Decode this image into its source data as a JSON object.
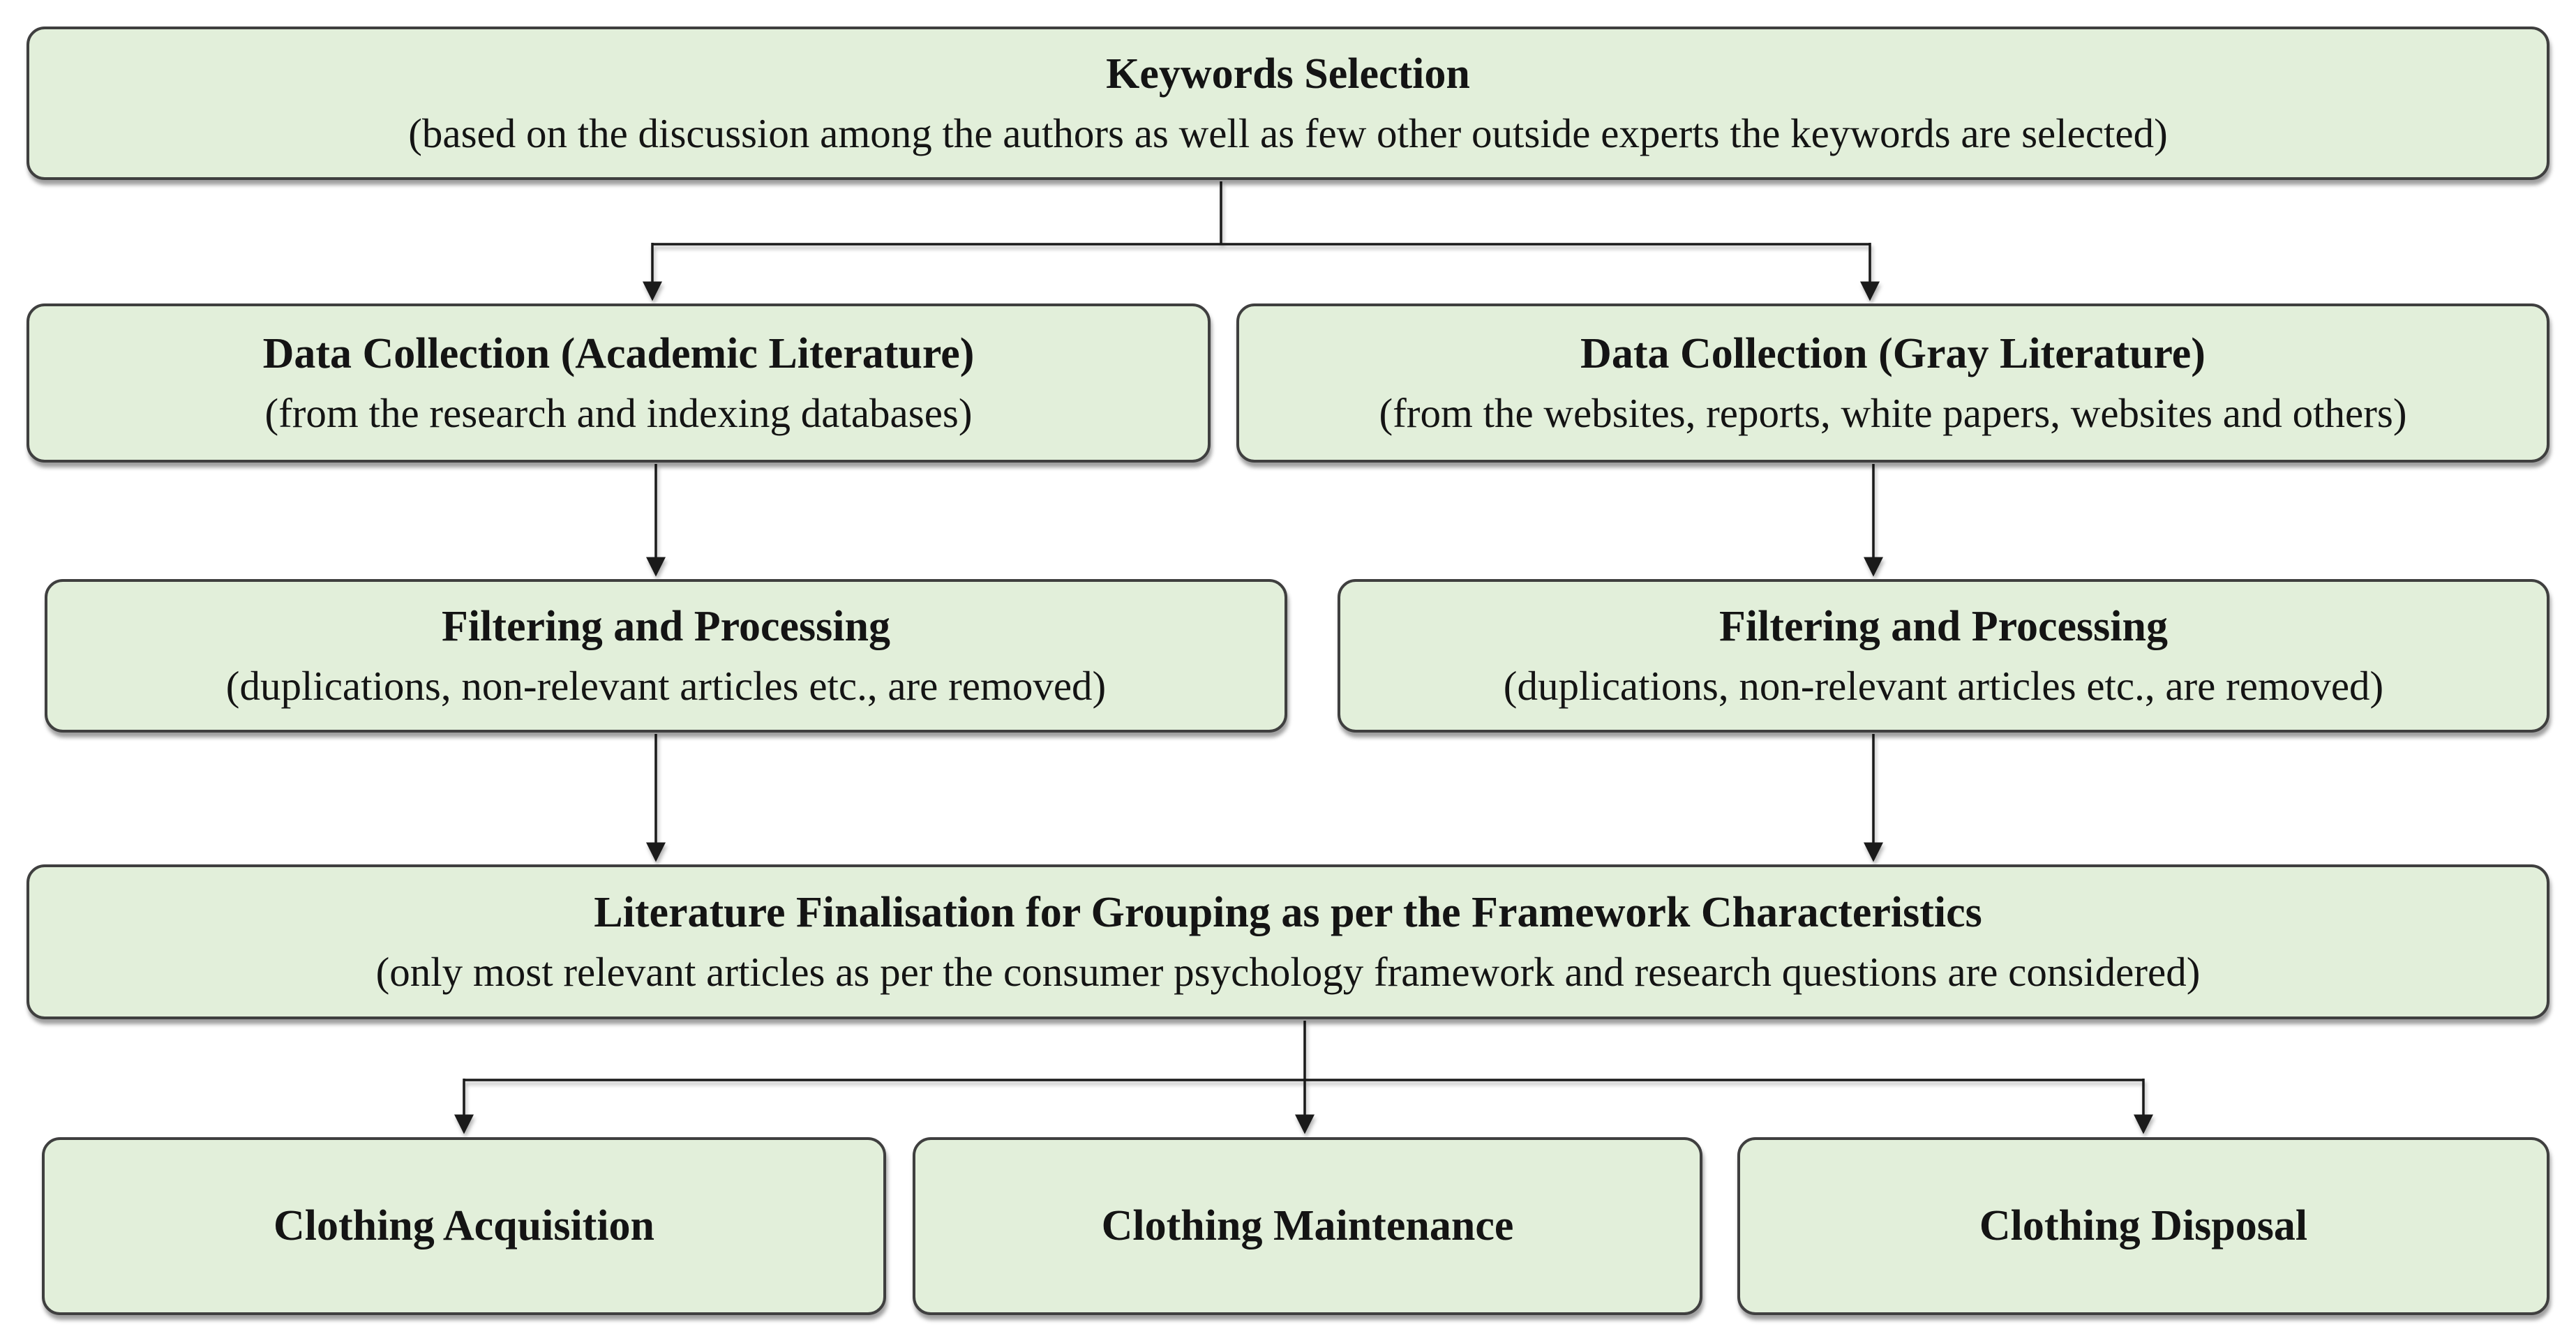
{
  "figure": {
    "type": "flowchart",
    "description": "Literature review methodology flow diagram",
    "background": "#ffffff"
  },
  "style": {
    "node_fill": "#e2efda",
    "node_border": "#3f3f3f",
    "text_color": "#141414",
    "connector_color": "#1a1a1a"
  },
  "nodes": [
    {
      "id": "keywords-selection",
      "title": "Keywords Selection",
      "subtitle": "(based on the discussion among the authors as well as few other outside experts the keywords are selected)"
    },
    {
      "id": "data-collection-academic",
      "title": "Data Collection (Academic Literature)",
      "subtitle": "(from the research and indexing databases)"
    },
    {
      "id": "data-collection-gray",
      "title": "Data Collection (Gray Literature)",
      "subtitle": "(from the websites, reports, white papers, websites and others)"
    },
    {
      "id": "filtering-processing-left",
      "title": "Filtering and Processing",
      "subtitle": "(duplications, non-relevant articles etc., are removed)"
    },
    {
      "id": "filtering-processing-right",
      "title": "Filtering and Processing",
      "subtitle": "(duplications, non-relevant articles etc., are removed)"
    },
    {
      "id": "literature-finalisation",
      "title": "Literature Finalisation for Grouping as per the Framework Characteristics",
      "subtitle": "(only most relevant articles as per the consumer psychology framework and research questions are considered)"
    },
    {
      "id": "clothing-acquisition",
      "title": "Clothing Acquisition",
      "subtitle": ""
    },
    {
      "id": "clothing-maintenance",
      "title": "Clothing Maintenance",
      "subtitle": ""
    },
    {
      "id": "clothing-disposal",
      "title": "Clothing Disposal",
      "subtitle": ""
    }
  ],
  "edges": [
    {
      "from": "keywords-selection",
      "to": "data-collection-academic"
    },
    {
      "from": "keywords-selection",
      "to": "data-collection-gray"
    },
    {
      "from": "data-collection-academic",
      "to": "filtering-processing-left"
    },
    {
      "from": "data-collection-gray",
      "to": "filtering-processing-right"
    },
    {
      "from": "filtering-processing-left",
      "to": "literature-finalisation"
    },
    {
      "from": "filtering-processing-right",
      "to": "literature-finalisation"
    },
    {
      "from": "literature-finalisation",
      "to": "clothing-acquisition"
    },
    {
      "from": "literature-finalisation",
      "to": "clothing-maintenance"
    },
    {
      "from": "literature-finalisation",
      "to": "clothing-disposal"
    }
  ]
}
